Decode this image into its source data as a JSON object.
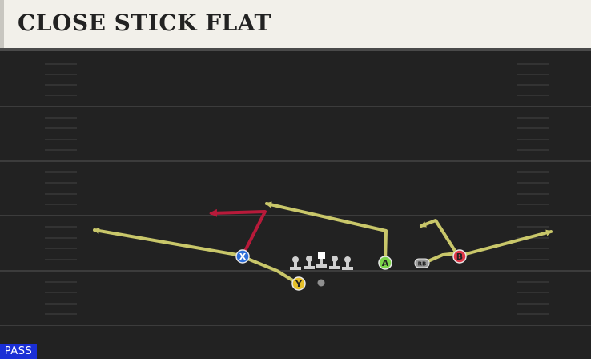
{
  "play": {
    "title": "CLOSE STICK FLAT",
    "type_badge": "PASS"
  },
  "players": {
    "x": "X",
    "y": "Y",
    "a": "A",
    "b": "B",
    "rb": "RB"
  },
  "colors": {
    "route": "#c9c76a",
    "option_route": "#b81a3a",
    "x": "#2f6fd8",
    "y": "#e6c02a",
    "a": "#7bd44a",
    "b": "#e03848",
    "rb": "#9a9a9a",
    "lineman": "#d0d0d0",
    "badge": "#1a2fd6"
  }
}
